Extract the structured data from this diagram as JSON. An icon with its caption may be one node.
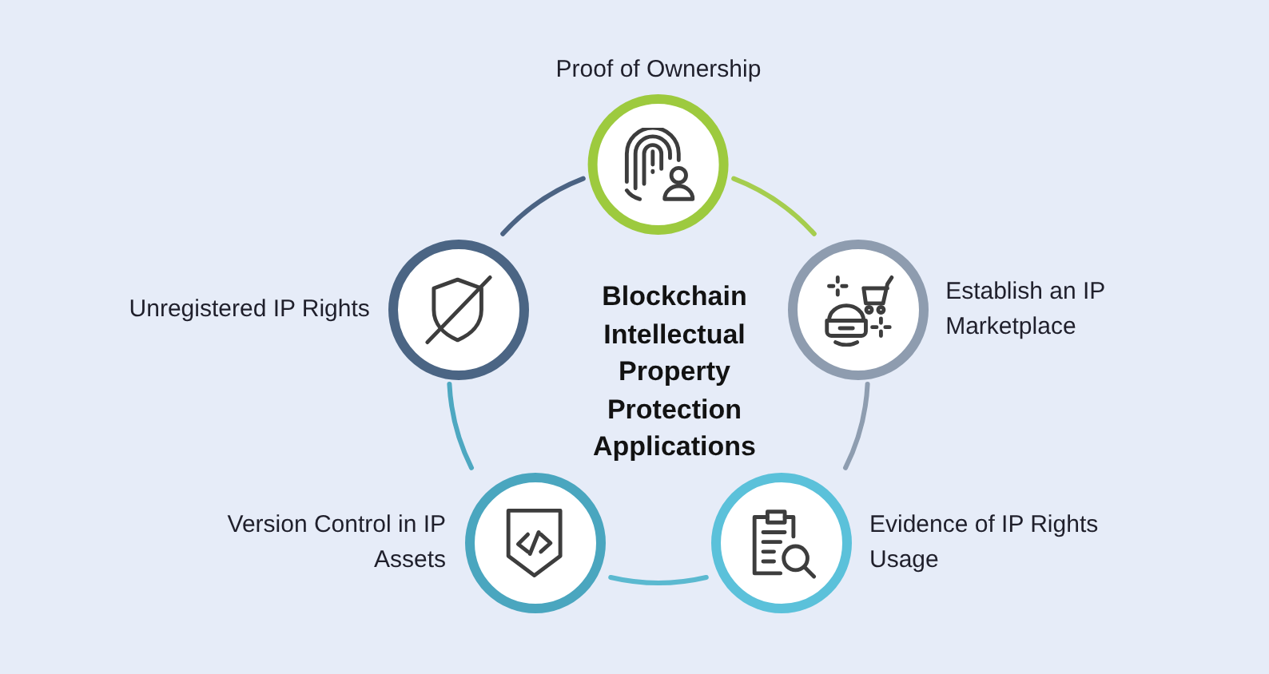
{
  "diagram": {
    "title": "Blockchain Intellectual Property Protection Applications",
    "nodes": [
      {
        "text": [
          "Proof of Ownership"
        ]
      },
      {
        "text": [
          "Unregistered IP Rights"
        ]
      },
      {
        "text": [
          "Establish an IP Marketplace"
        ]
      },
      {
        "text": [
          "Version Control in IP Assets"
        ]
      },
      {
        "text": [
          "Evidence of IP Rights Usage"
        ]
      }
    ],
    "edges": [
      {
        "from": 0,
        "to": 2,
        "arrow": "none",
        "color": "#a5cd4e"
      },
      {
        "from": 2,
        "to": 4,
        "arrow": "none",
        "color": "#8e9db0"
      },
      {
        "from": 4,
        "to": 3,
        "arrow": "none",
        "color": "#5bb9d0"
      },
      {
        "from": 3,
        "to": 1,
        "arrow": "none",
        "color": "#4ea8c1"
      },
      {
        "from": 1,
        "to": 0,
        "arrow": "none",
        "color": "#4b6383"
      }
    ]
  }
}
